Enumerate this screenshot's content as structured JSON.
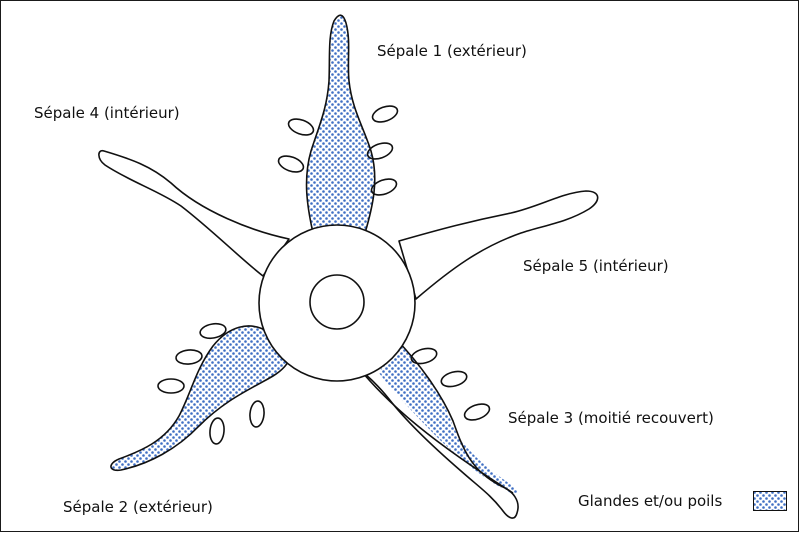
{
  "labels": {
    "sepal1": "Sépale 1 (extérieur)",
    "sepal2": "Sépale 2 (extérieur)",
    "sepal3": "Sépale 3 (moitié recouvert)",
    "sepal4": "Sépale 4 (intérieur)",
    "sepal5": "Sépale 5 (intérieur)"
  },
  "legend": {
    "label": "Glandes et/ou poils",
    "swatch_icon": "dotted-pattern-swatch"
  },
  "colors": {
    "stroke": "#111111",
    "dot_fill": "#3f6fc4",
    "dot_background": "#ffffff"
  }
}
